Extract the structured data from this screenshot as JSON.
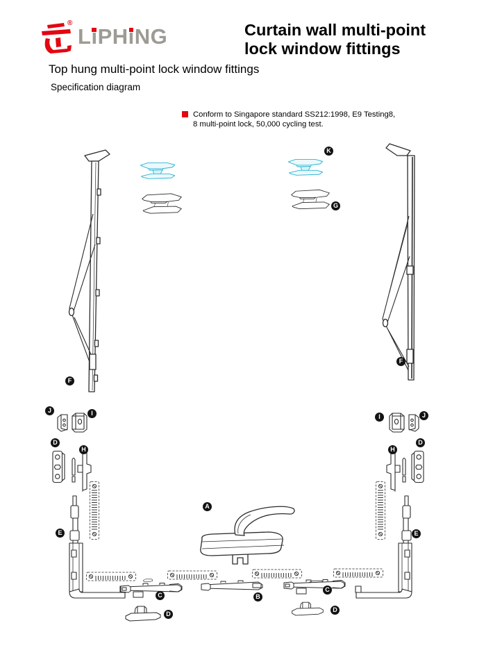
{
  "colors": {
    "accent_red": "#e30613",
    "logo_gray": "#9c9c94",
    "highlight_cyan": "#2ab5d4",
    "line_dark": "#2a2a2a",
    "label_bg": "#131313"
  },
  "header": {
    "logo": {
      "segments": [
        "L",
        "i",
        "PH",
        "i",
        "NG"
      ],
      "registered_mark": "®",
      "mark_icon": "liphing-brand-mark"
    },
    "title_line1": "Curtain wall multi-point",
    "title_line2": "lock window fittings"
  },
  "section": {
    "subtitle": "Top hung multi-point lock window fittings",
    "caption": "Specification diagram"
  },
  "note": {
    "bullet_icon": "red-square-bullet",
    "line1": "Conform to Singapore standard SS212:1998, E9 Testing8,",
    "line2": "8 multi-point lock, 50,000 cycling test."
  },
  "diagram": {
    "labels": [
      "K",
      "G",
      "F",
      "F",
      "J",
      "I",
      "D",
      "H",
      "I",
      "J",
      "H",
      "D",
      "E",
      "E",
      "A",
      "C",
      "B",
      "C",
      "D",
      "D"
    ]
  }
}
